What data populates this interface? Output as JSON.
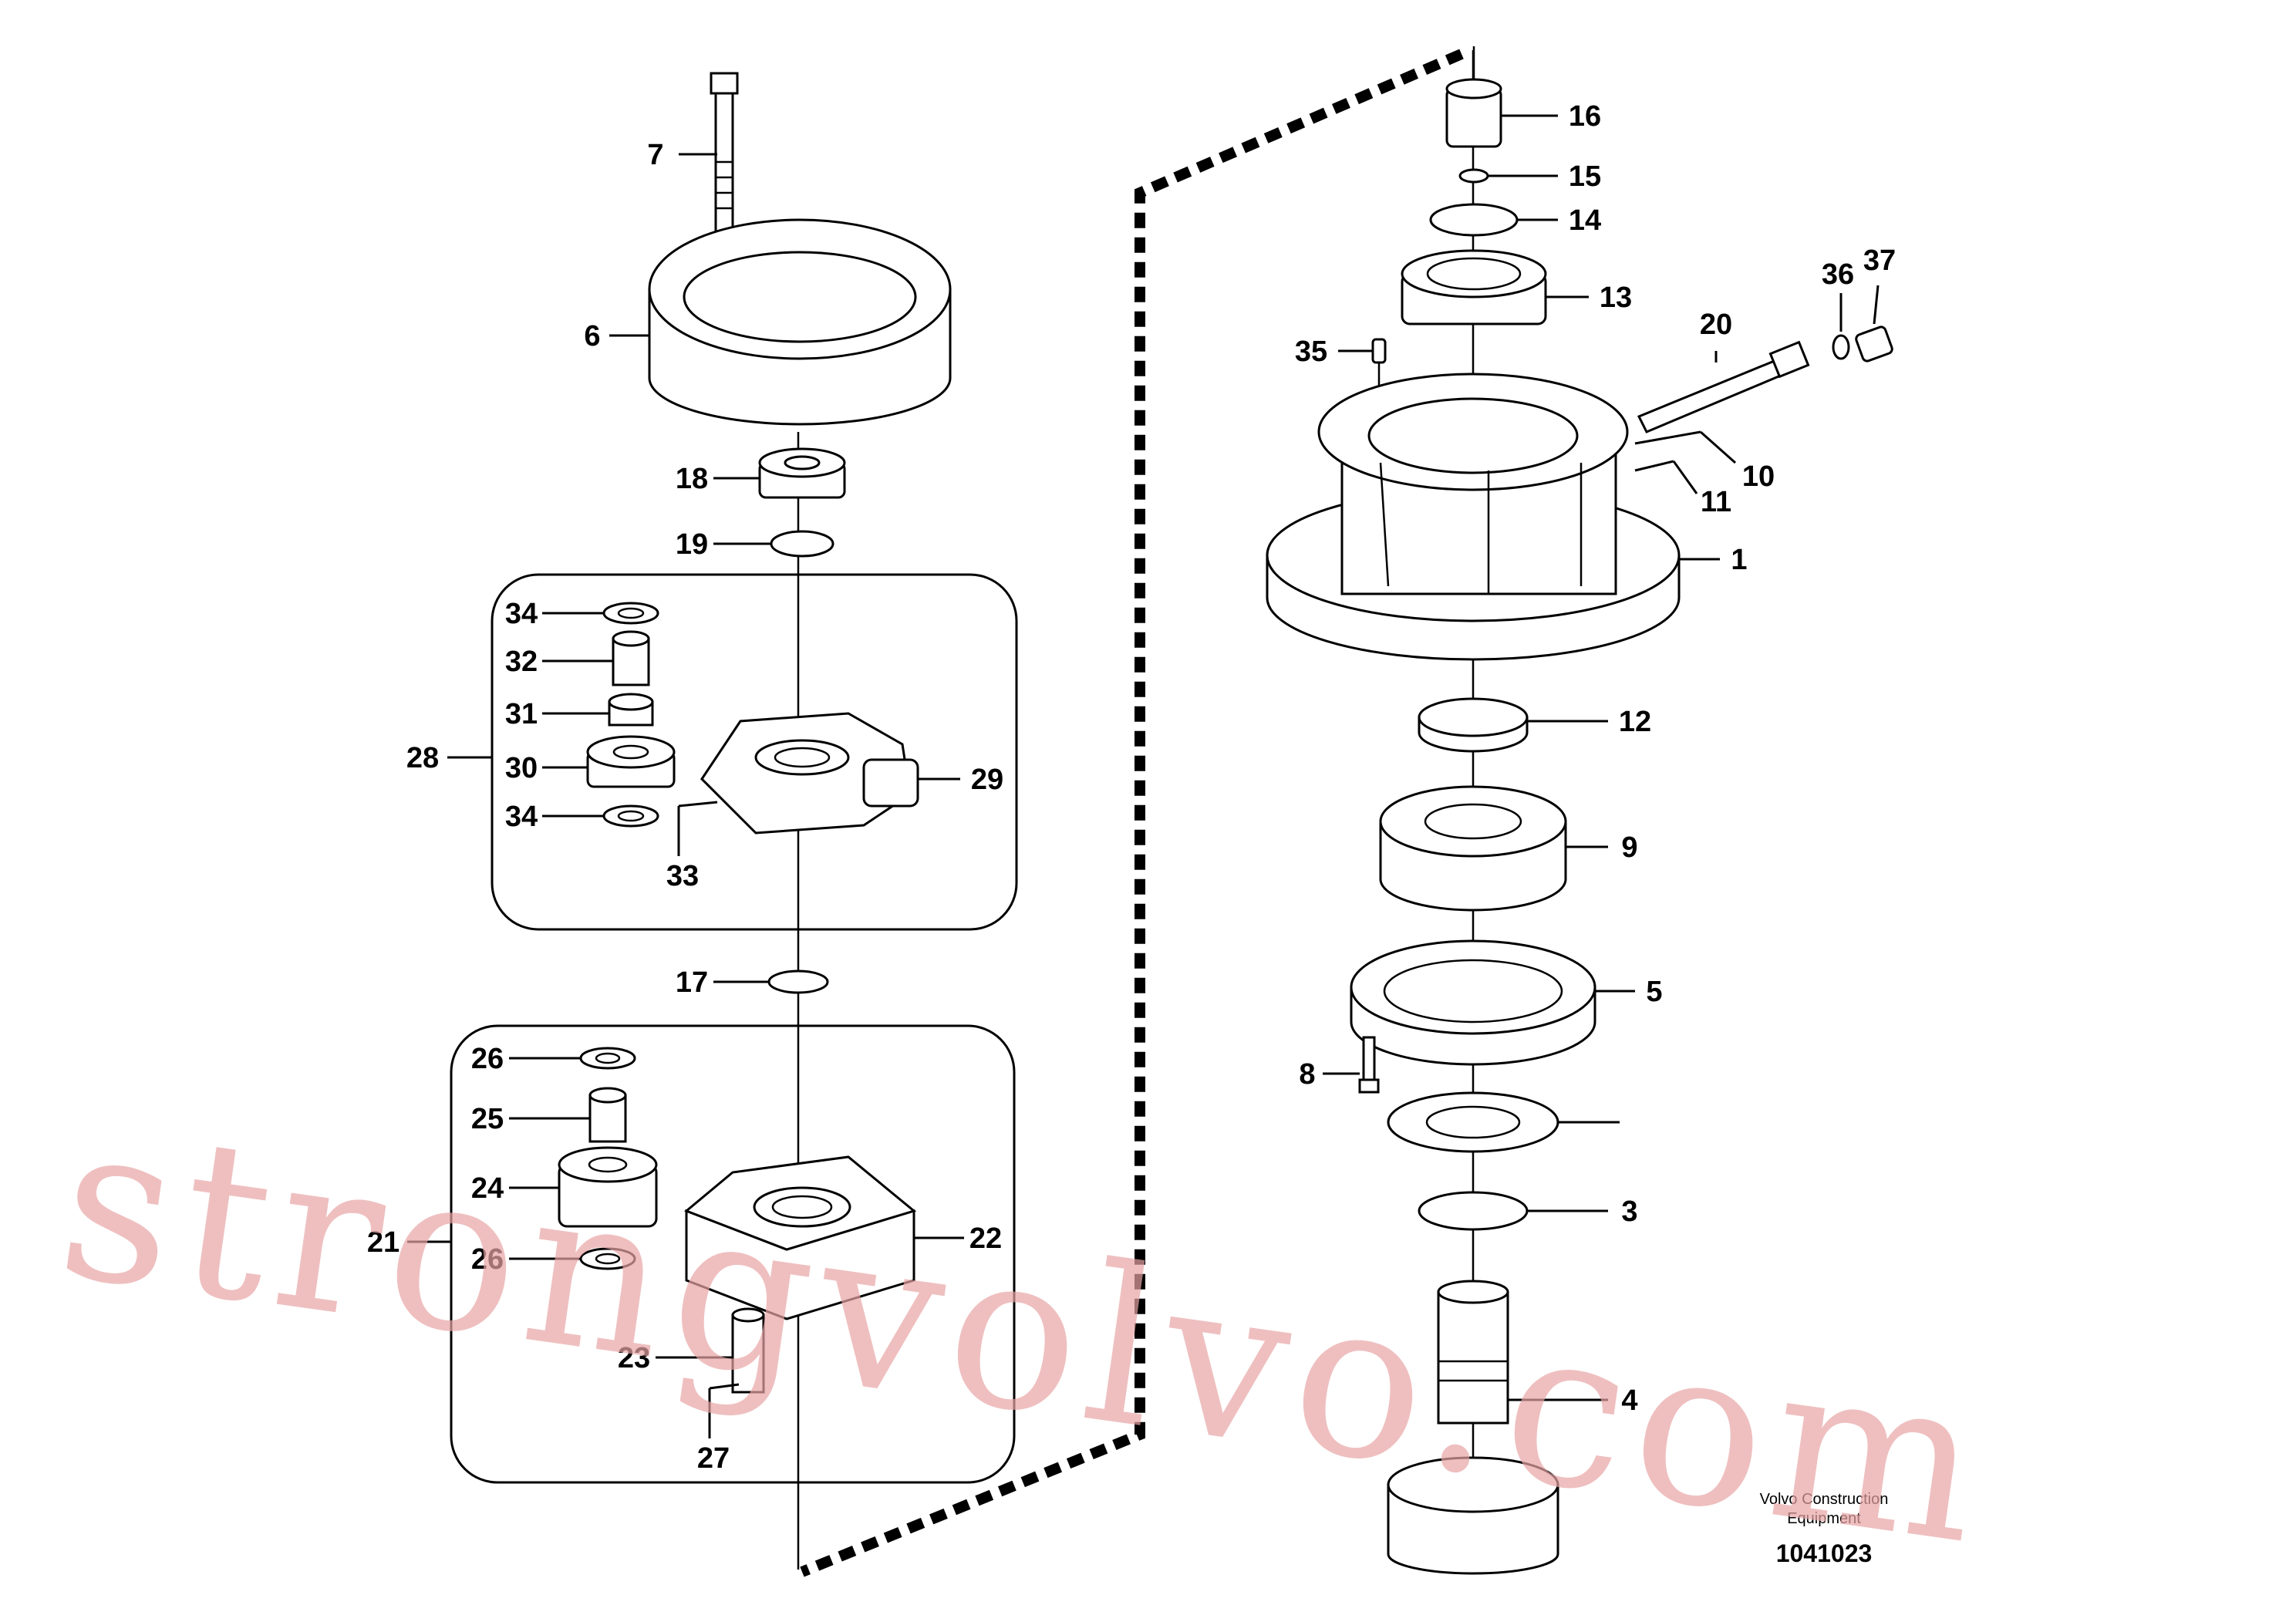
{
  "diagram": {
    "labels": [
      {
        "id": "1",
        "text": "1"
      },
      {
        "id": "3",
        "text": "3"
      },
      {
        "id": "4",
        "text": "4"
      },
      {
        "id": "5",
        "text": "5"
      },
      {
        "id": "6",
        "text": "6"
      },
      {
        "id": "7",
        "text": "7"
      },
      {
        "id": "8",
        "text": "8"
      },
      {
        "id": "9",
        "text": "9"
      },
      {
        "id": "10",
        "text": "10"
      },
      {
        "id": "11",
        "text": "11"
      },
      {
        "id": "12",
        "text": "12"
      },
      {
        "id": "13",
        "text": "13"
      },
      {
        "id": "14",
        "text": "14"
      },
      {
        "id": "15",
        "text": "15"
      },
      {
        "id": "16",
        "text": "16"
      },
      {
        "id": "17",
        "text": "17"
      },
      {
        "id": "18",
        "text": "18"
      },
      {
        "id": "19",
        "text": "19"
      },
      {
        "id": "20",
        "text": "20"
      },
      {
        "id": "21",
        "text": "21"
      },
      {
        "id": "22",
        "text": "22"
      },
      {
        "id": "23",
        "text": "23"
      },
      {
        "id": "24",
        "text": "24"
      },
      {
        "id": "25",
        "text": "25"
      },
      {
        "id": "26a",
        "text": "26"
      },
      {
        "id": "26b",
        "text": "26"
      },
      {
        "id": "27",
        "text": "27"
      },
      {
        "id": "28",
        "text": "28"
      },
      {
        "id": "29",
        "text": "29"
      },
      {
        "id": "30",
        "text": "30"
      },
      {
        "id": "31",
        "text": "31"
      },
      {
        "id": "32",
        "text": "32"
      },
      {
        "id": "33",
        "text": "33"
      },
      {
        "id": "34a",
        "text": "34"
      },
      {
        "id": "34b",
        "text": "34"
      },
      {
        "id": "35",
        "text": "35"
      },
      {
        "id": "36",
        "text": "36"
      },
      {
        "id": "37",
        "text": "37"
      }
    ],
    "caption_line1": "Volvo Construction",
    "caption_line2": "Equipment",
    "document_number": "1041023"
  },
  "watermark": {
    "text": "strongvolvo.com",
    "color": "#e9a4a4"
  }
}
